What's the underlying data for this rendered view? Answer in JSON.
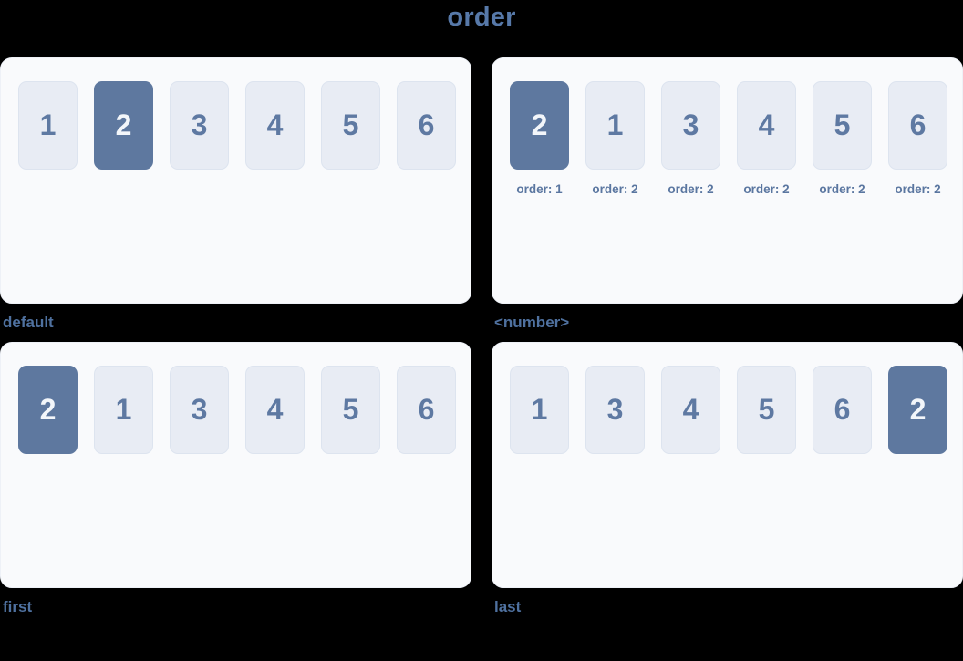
{
  "page": {
    "title": "order"
  },
  "colors": {
    "background": "#000000",
    "title_color": "#5779a9",
    "panel_bg": "#f9fafc",
    "panel_border": "#eef1f7",
    "card_bg": "#e8ecf4",
    "card_border": "#dde4ef",
    "card_number": "#5e79a2",
    "highlight_bg": "#5e789f",
    "highlight_text": "#f3f6fa",
    "label_color": "#4f719f",
    "caption_color": "#5a76a0"
  },
  "panels": [
    {
      "label": "default",
      "items": [
        {
          "value": "1",
          "highlighted": false
        },
        {
          "value": "2",
          "highlighted": true
        },
        {
          "value": "3",
          "highlighted": false
        },
        {
          "value": "4",
          "highlighted": false
        },
        {
          "value": "5",
          "highlighted": false
        },
        {
          "value": "6",
          "highlighted": false
        }
      ]
    },
    {
      "label": "<number>",
      "items": [
        {
          "value": "2",
          "highlighted": true,
          "caption": "order: 1"
        },
        {
          "value": "1",
          "highlighted": false,
          "caption": "order: 2"
        },
        {
          "value": "3",
          "highlighted": false,
          "caption": "order: 2"
        },
        {
          "value": "4",
          "highlighted": false,
          "caption": "order: 2"
        },
        {
          "value": "5",
          "highlighted": false,
          "caption": "order: 2"
        },
        {
          "value": "6",
          "highlighted": false,
          "caption": "order: 2"
        }
      ]
    },
    {
      "label": "first",
      "items": [
        {
          "value": "2",
          "highlighted": true
        },
        {
          "value": "1",
          "highlighted": false
        },
        {
          "value": "3",
          "highlighted": false
        },
        {
          "value": "4",
          "highlighted": false
        },
        {
          "value": "5",
          "highlighted": false
        },
        {
          "value": "6",
          "highlighted": false
        }
      ]
    },
    {
      "label": "last",
      "items": [
        {
          "value": "1",
          "highlighted": false
        },
        {
          "value": "3",
          "highlighted": false
        },
        {
          "value": "4",
          "highlighted": false
        },
        {
          "value": "5",
          "highlighted": false
        },
        {
          "value": "6",
          "highlighted": false
        },
        {
          "value": "2",
          "highlighted": true
        }
      ]
    }
  ]
}
